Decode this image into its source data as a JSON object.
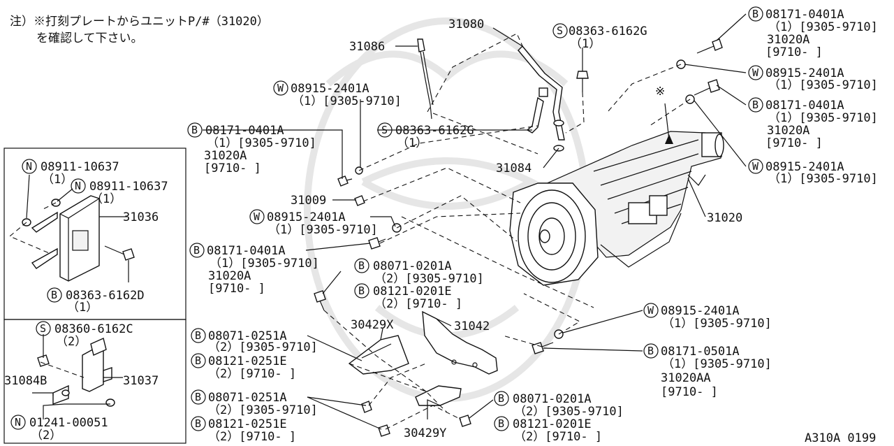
{
  "note": {
    "line1": "注）※打刻プレートからユニットP/#（31020）",
    "line2": "を確認して下さい。"
  },
  "symbols": {
    "B": "B",
    "S": "S",
    "W": "W",
    "N": "N",
    "mark": "※"
  },
  "parts": {
    "p31080": "31080",
    "p31086": "31086",
    "p31084": "31084",
    "p31009": "31009",
    "p31020": "31020",
    "p31036": "31036",
    "p31037": "31037",
    "p31084B": "31084B",
    "p30429X": "30429X",
    "p31042": "31042",
    "p30429Y": "30429Y"
  },
  "callouts": {
    "s_top": {
      "part": "08363-6162G",
      "qty": "（1）"
    },
    "b_tr1": {
      "part": "08171-0401A",
      "l2": "（1）[9305-9710]",
      "l3": "31020A",
      "l4": "[9710-      ]"
    },
    "w_tr1": {
      "part": "08915-2401A",
      "l2": "（1）[9305-9710]"
    },
    "b_tr2": {
      "part": "08171-0401A",
      "l2": "（1）[9305-9710]",
      "l3": "31020A",
      "l4": "[9710-      ]"
    },
    "w_tr2": {
      "part": "08915-2401A",
      "l2": "（1）[9305-9710]"
    },
    "w_m1": {
      "part": "08915-2401A",
      "l2": "（1）[9305-9710]"
    },
    "s_m": {
      "part": "08363-6162G",
      "qty": "（1）"
    },
    "b_m1": {
      "part": "08171-0401A",
      "l2": "（1）[9305-9710]",
      "l3": "31020A",
      "l4": "[9710-     ]"
    },
    "w_m2": {
      "part": "08915-2401A",
      "l2": "（1）[9305-9710]"
    },
    "b_m2": {
      "part": "08171-0401A",
      "l2": "（1）[9305-9710]",
      "l3": "31020A",
      "l4": "[9710-     ]"
    },
    "b_br1": {
      "part": "08071-0201A",
      "l2": "（2）[9305-9710]"
    },
    "b_br2": {
      "part": "08121-0201E",
      "l2": "（2）[9710-     ]"
    },
    "w_r": {
      "part": "08915-2401A",
      "l2": "（1）[9305-9710]"
    },
    "b_r": {
      "part": "08171-0501A",
      "l2": "（1）[9305-9710]",
      "l3": "31020AA",
      "l4": "[9710-     ]"
    },
    "b_bl1": {
      "part": "08071-0251A",
      "l2": "（2）[9305-9710]"
    },
    "b_bl2": {
      "part": "08121-0251E",
      "l2": "（2）[9710-     ]"
    },
    "b_bl3": {
      "part": "08071-0251A",
      "l2": "（2）[9305-9710]"
    },
    "b_bl4": {
      "part": "08121-0251E",
      "l2": "（2）[9710-     ]"
    },
    "b_bm1": {
      "part": "08071-0201A",
      "l2": "（2）[9305-9710]"
    },
    "b_bm2": {
      "part": "08121-0201E",
      "l2": "（2）[9710-     ]"
    },
    "n_ul1": {
      "part": "08911-10637",
      "qty": "（1）"
    },
    "n_ul2": {
      "part": "08911-10637",
      "qty": "（1）"
    },
    "b_ul": {
      "part": "08363-6162D",
      "qty": "（1）"
    },
    "s_ll": {
      "part": "08360-6162C",
      "qty": "（2）"
    },
    "n_ll": {
      "part": "01241-00051",
      "qty": "（2）"
    }
  },
  "footer": "A310A 0199"
}
